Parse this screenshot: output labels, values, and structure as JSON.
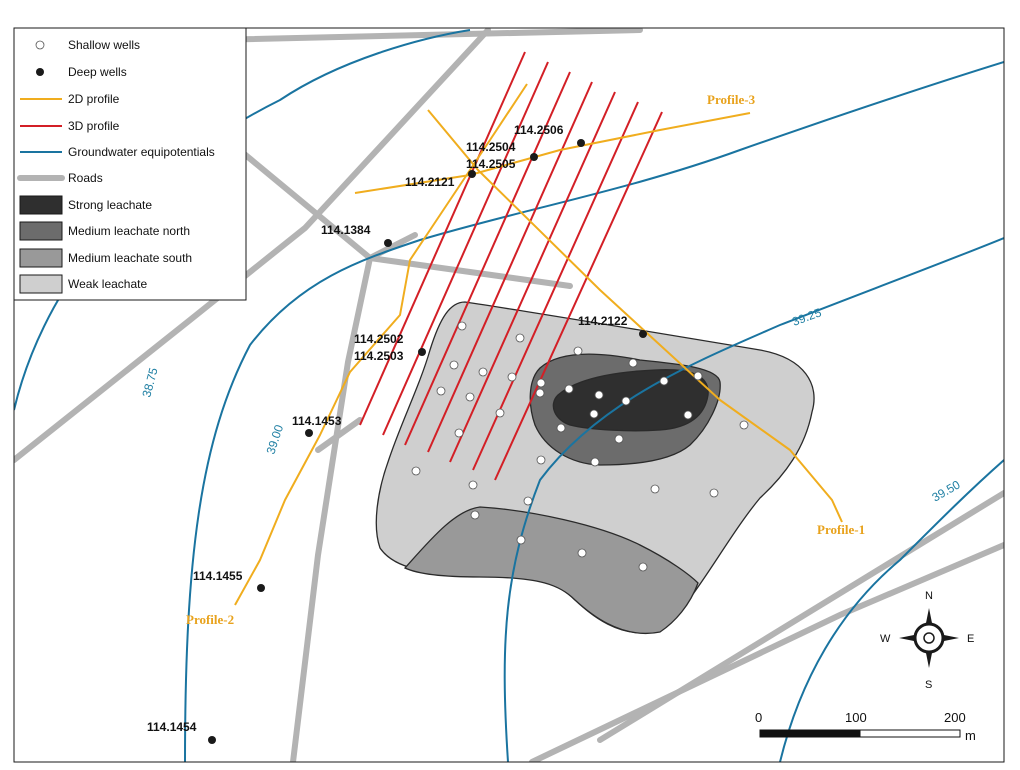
{
  "colors": {
    "road": "#b3b3b3",
    "contour": "#1a74a0",
    "profile2d": "#f0ad1e",
    "profile3d": "#d31f26",
    "strong": "#2f2f2f",
    "medium_north": "#6c6c6c",
    "medium_south": "#999999",
    "weak": "#cfcfcf"
  },
  "legend": {
    "items": [
      {
        "id": "shallow",
        "label": "Shallow wells",
        "icon": "open-circle-icon"
      },
      {
        "id": "deep",
        "label": "Deep wells",
        "icon": "filled-circle-icon"
      },
      {
        "id": "p2d",
        "label": "2D profile",
        "icon": "orange-line-icon"
      },
      {
        "id": "p3d",
        "label": "3D profile",
        "icon": "red-line-icon"
      },
      {
        "id": "equi",
        "label": "Groundwater equipotentials",
        "icon": "blue-line-icon"
      },
      {
        "id": "roads",
        "label": "Roads",
        "icon": "gray-line-icon"
      },
      {
        "id": "strong",
        "label": "Strong leachate",
        "icon": "dark-swatch-icon"
      },
      {
        "id": "mnorth",
        "label": "Medium leachate north",
        "icon": "medium-swatch-icon"
      },
      {
        "id": "msouth",
        "label": "Medium leachate south",
        "icon": "light-medium-swatch-icon"
      },
      {
        "id": "weak",
        "label": "Weak leachate",
        "icon": "light-swatch-icon"
      }
    ]
  },
  "deep_wells": [
    {
      "id": "114.2506",
      "label": "114.2506"
    },
    {
      "id": "114.2504_2505",
      "label": "114.2504",
      "label2": "114.2505"
    },
    {
      "id": "114.2121",
      "label": "114.2121"
    },
    {
      "id": "114.1384",
      "label": "114.1384"
    },
    {
      "id": "114.2122",
      "label": "114.2122"
    },
    {
      "id": "114.2502_2503",
      "label": "114.2502",
      "label2": "114.2503"
    },
    {
      "id": "114.1453",
      "label": "114.1453"
    },
    {
      "id": "114.1455",
      "label": "114.1455"
    },
    {
      "id": "114.1454",
      "label": "114.1454"
    }
  ],
  "profiles": {
    "p1": "Profile-1",
    "p2": "Profile-2",
    "p3": "Profile-3"
  },
  "contours": {
    "c1": "38.75",
    "c2": "39.00",
    "c3": "39.25",
    "c4": "39.50"
  },
  "scale_bar": {
    "t0": "0",
    "t1": "100",
    "t2": "200",
    "unit": "m"
  },
  "compass": {
    "n": "N",
    "s": "S",
    "e": "E",
    "w": "W"
  }
}
